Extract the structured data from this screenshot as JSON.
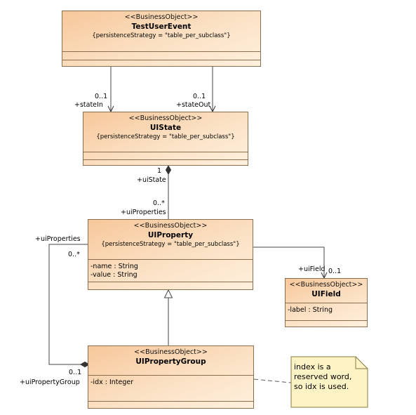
{
  "diagram": {
    "stereotype": "<<BusinessObject>>",
    "classes": {
      "test_user_event": {
        "name": "TestUserEvent",
        "tag": "{persistenceStrategy = \"table_per_subclass\"}"
      },
      "ui_state": {
        "name": "UIState",
        "tag": "{persistenceStrategy = \"table_per_subclass\"}"
      },
      "ui_property": {
        "name": "UIProperty",
        "tag": "{persistenceStrategy = \"table_per_subclass\"}",
        "attributes": [
          "-name : String",
          "-value : String"
        ]
      },
      "ui_field": {
        "name": "UIField",
        "attributes": [
          "-label : String"
        ]
      },
      "ui_property_group": {
        "name": "UIPropertyGroup",
        "attributes": [
          "-idx : Integer"
        ]
      }
    },
    "associations": {
      "state_in": {
        "multiplicity": "0..1",
        "role": "+stateIn"
      },
      "state_out": {
        "multiplicity": "0..1",
        "role": "+stateOut"
      },
      "ui_state_end": {
        "multiplicity": "1",
        "role": "+uiState"
      },
      "ui_properties_end": {
        "multiplicity": "0..*",
        "role": "+uiProperties"
      },
      "ui_field_end": {
        "role": "+uiField",
        "multiplicity": "0..1"
      },
      "group_properties_end": {
        "role": "+uiProperties",
        "multiplicity": "0..*"
      },
      "group_end": {
        "multiplicity": "0..1",
        "role": "+uiPropertyGroup"
      }
    },
    "note": {
      "lines": [
        "index is a",
        "reserved word,",
        "so idx is used."
      ]
    }
  }
}
